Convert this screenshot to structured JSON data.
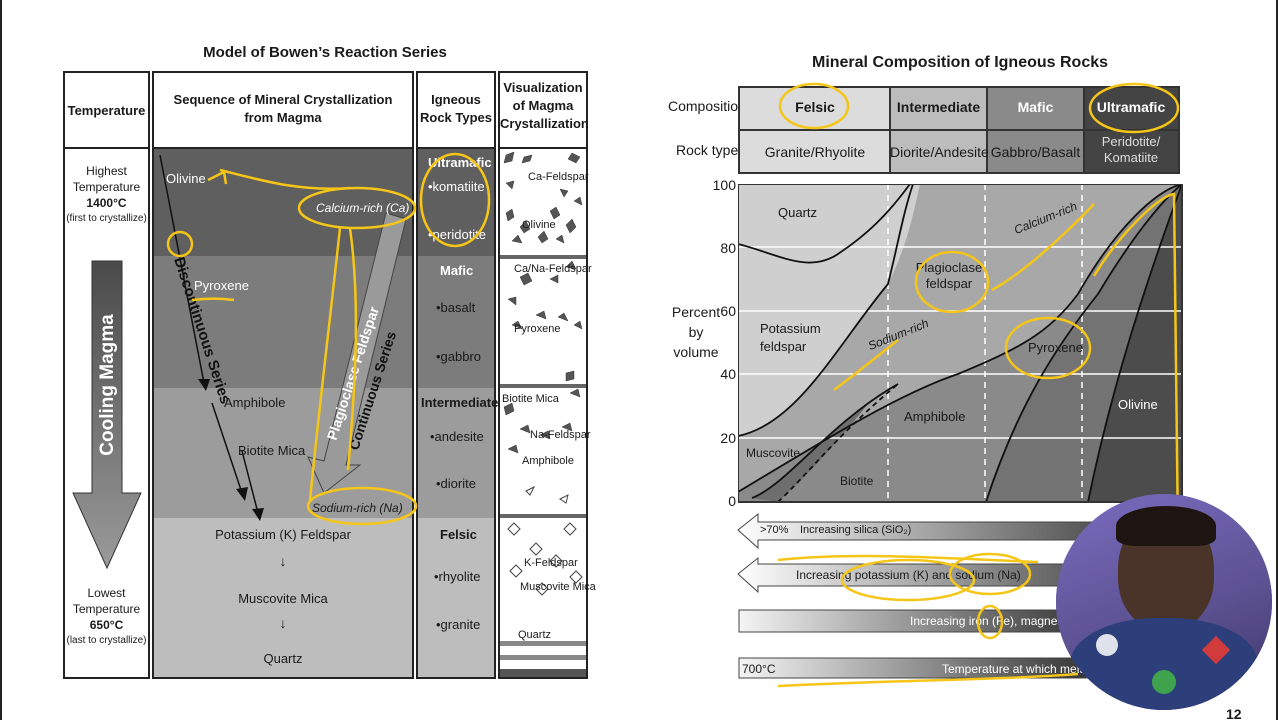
{
  "left": {
    "title": "Model of Bowen’s Reaction Series",
    "headers": {
      "temperature": "Temperature",
      "sequence_line1": "Sequence of Mineral Crystallization",
      "sequence_line2": "from Magma",
      "rock_line1": "Igneous",
      "rock_line2": "Rock Types",
      "vis_line1": "Visualization",
      "vis_line2": "of Magma",
      "vis_line3": "Crystallization"
    },
    "temp_high": [
      "Highest",
      "Temperature",
      "1400°C",
      "(first to crystallize)"
    ],
    "temp_low": [
      "Lowest",
      "Temperature",
      "650°C",
      "(last to crystallize)"
    ],
    "cooling_label": "Cooling Magma",
    "discontinuous_label": "Discontinuous Series",
    "plagioclase_label": "Plagioclase Feldspar",
    "continuous_label": "Continuous Series",
    "minerals": {
      "olivine": "Olivine",
      "pyroxene": "Pyroxene",
      "amphibole": "Amphibole",
      "biotite": "Biotite Mica",
      "calcium": "Calcium-rich (Ca)",
      "sodium": "Sodium-rich (Na)",
      "potassium": "Potassium (K) Feldspar",
      "muscovite": "Muscovite Mica",
      "quartz": "Quartz",
      "arrow": "↓"
    },
    "rock_types": {
      "ultramafic": "Ultramafic",
      "komatiite": "•komatiite",
      "peridotite": "•peridotite",
      "mafic": "Mafic",
      "basalt": "•basalt",
      "gabbro": "•gabbro",
      "intermediate": "Intermediate",
      "andesite": "•andesite",
      "diorite": "•diorite",
      "felsic": "Felsic",
      "rhyolite": "•rhyolite",
      "granite": "•granite"
    },
    "visual_labels": {
      "ca_feldspar": "Ca-Feldspar",
      "olivine": "Olivine",
      "cana_feldspar": "Ca/Na-Feldspar",
      "pyroxene": "Pyroxene",
      "biotite": "Biotite Mica",
      "na_feldspar": "Na-Feldspar",
      "amphibole": "Amphibole",
      "k_feldspar": "K-Feldspar",
      "muscovite": "Muscovite Mica",
      "quartz": "Quartz"
    },
    "colors": {
      "band1": "#5f5f5f",
      "band2": "#7c7c7c",
      "band3": "#9c9c9c",
      "band4": "#bdbdbd",
      "annotation": "#f5c518"
    }
  },
  "right": {
    "title": "Mineral Composition of Igneous Rocks",
    "row_labels": {
      "composition": "Composition",
      "rock_types": "Rock types"
    },
    "compositions": [
      "Felsic",
      "Intermediate",
      "Mafic",
      "Ultramafic"
    ],
    "rock_types": [
      "Granite/Rhyolite",
      "Diorite/Andesite",
      "Gabbro/Basalt",
      "Peridotite/ Komatiite"
    ],
    "y_axis": {
      "label": [
        "Percent",
        "by",
        "volume"
      ],
      "ticks": [
        "0",
        "20",
        "40",
        "60",
        "80",
        "100"
      ]
    },
    "regions": {
      "quartz": "Quartz",
      "potassium": "Potassium feldspar",
      "plagioclase": "Plagioclase feldspar",
      "muscovite": "Muscovite",
      "biotite": "Biotite",
      "amphibole": "Amphibole",
      "pyroxene": "Pyroxene",
      "olivine": "Olivine",
      "calcium_rich": "Calcium-rich",
      "sodium_rich": "Sodium-rich"
    },
    "trend_bars": {
      "silica_pct": ">70%",
      "silica": "Increasing silica (SiO₂)",
      "potassium_sodium": "Increasing potassium (K) and sodium (Na)",
      "iron": "Increasing iron (Fe), magnesium",
      "temp_start": "700°C",
      "temp": "Temperature at which melting"
    }
  },
  "page_number": "12"
}
